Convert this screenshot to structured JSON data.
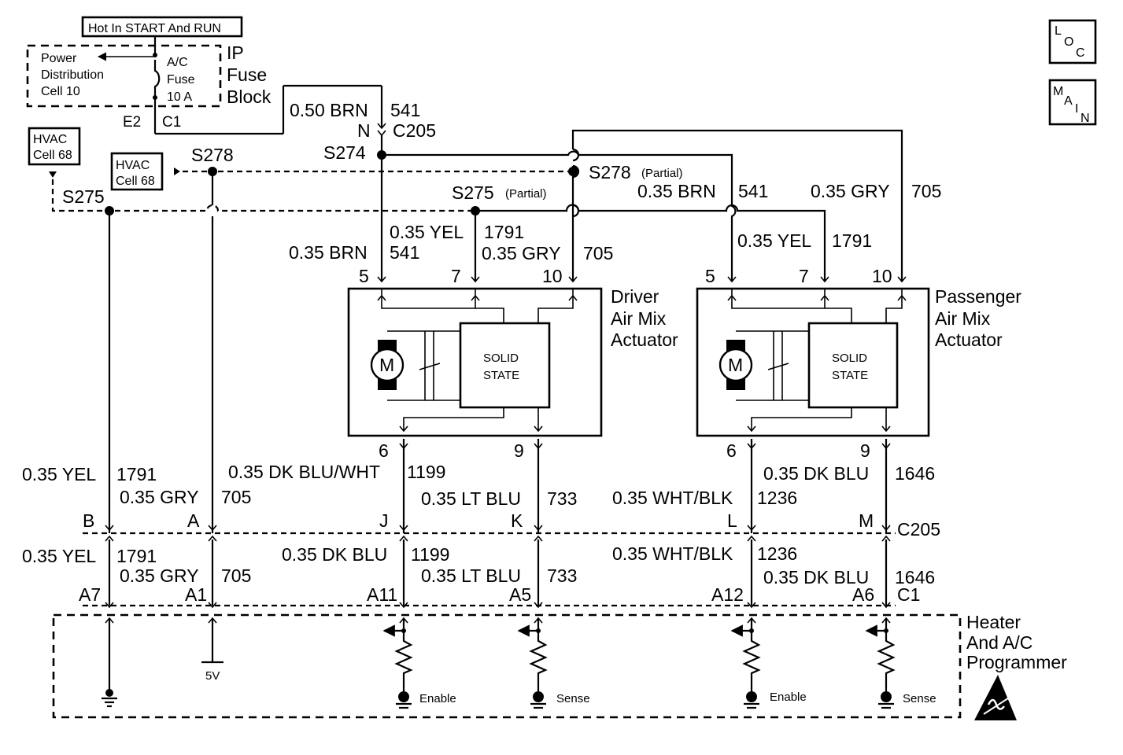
{
  "supply": {
    "hot_label": "Hot In START And RUN",
    "power_dist": [
      "Power",
      "Distribution",
      "Cell 10"
    ],
    "fuse": [
      "A/C",
      "Fuse",
      "10 A"
    ],
    "ip_fuse_block": [
      "IP",
      "Fuse",
      "Block"
    ],
    "fuse_pins": [
      "E2",
      "C1"
    ],
    "feed_wire": [
      "0.50 BRN",
      "541"
    ],
    "feed_conn": [
      "N",
      "C205"
    ]
  },
  "nav": {
    "loc": [
      "L",
      "O",
      "C"
    ],
    "main": [
      "M",
      "A",
      "I",
      "N"
    ]
  },
  "refs": {
    "hvac": [
      "HVAC",
      "Cell 68"
    ]
  },
  "splices": {
    "s274": "S274",
    "s278": "S278",
    "s275": "S275",
    "s278_partial": "S278",
    "s275_partial": "S275",
    "partial": "(Partial)"
  },
  "upper_wires": {
    "pass_brn": [
      "0.35 BRN",
      "541"
    ],
    "pass_gry": [
      "0.35 GRY",
      "705"
    ],
    "drv_yel": [
      "0.35 YEL",
      "1791"
    ],
    "drv_brn": [
      "0.35 BRN",
      "541"
    ],
    "drv_gry": [
      "0.35 GRY",
      "705"
    ],
    "pass_yel": [
      "0.35 YEL",
      "1791"
    ]
  },
  "actuators": {
    "driver": [
      "Driver",
      "Air Mix",
      "Actuator"
    ],
    "passenger": [
      "Passenger",
      "Air Mix",
      "Actuator"
    ],
    "motor": "M",
    "solid_state": [
      "SOLID",
      "STATE"
    ],
    "top_pins": [
      "5",
      "7",
      "10"
    ],
    "bottom_pins": [
      "6",
      "9"
    ]
  },
  "c205_wires": {
    "b": [
      "0.35 YEL",
      "1791"
    ],
    "a": [
      "0.35 GRY",
      "705"
    ],
    "j": [
      "0.35 DK BLU/WHT",
      "1199"
    ],
    "k": [
      "0.35 LT BLU",
      "733"
    ],
    "l": [
      "0.35 WHT/BLK",
      "1236"
    ],
    "m": [
      "0.35 DK BLU",
      "1646"
    ],
    "pins": [
      "B",
      "A",
      "J",
      "K",
      "L",
      "M"
    ],
    "connector": "C205"
  },
  "c1_wires": {
    "a7": [
      "0.35 YEL",
      "1791"
    ],
    "a1": [
      "0.35 GRY",
      "705"
    ],
    "a11": [
      "0.35 DK BLU",
      "1199"
    ],
    "a5": [
      "0.35 LT BLU",
      "733"
    ],
    "a12": [
      "0.35 WHT/BLK",
      "1236"
    ],
    "a6": [
      "0.35 DK BLU",
      "1646"
    ],
    "pins": [
      "A7",
      "A1",
      "A11",
      "A5",
      "A12",
      "A6"
    ],
    "connector": "C1"
  },
  "programmer": {
    "name": [
      "Heater",
      "And A/C",
      "Programmer"
    ],
    "supply_5v": "5V",
    "enable": "Enable",
    "sense": "Sense"
  }
}
